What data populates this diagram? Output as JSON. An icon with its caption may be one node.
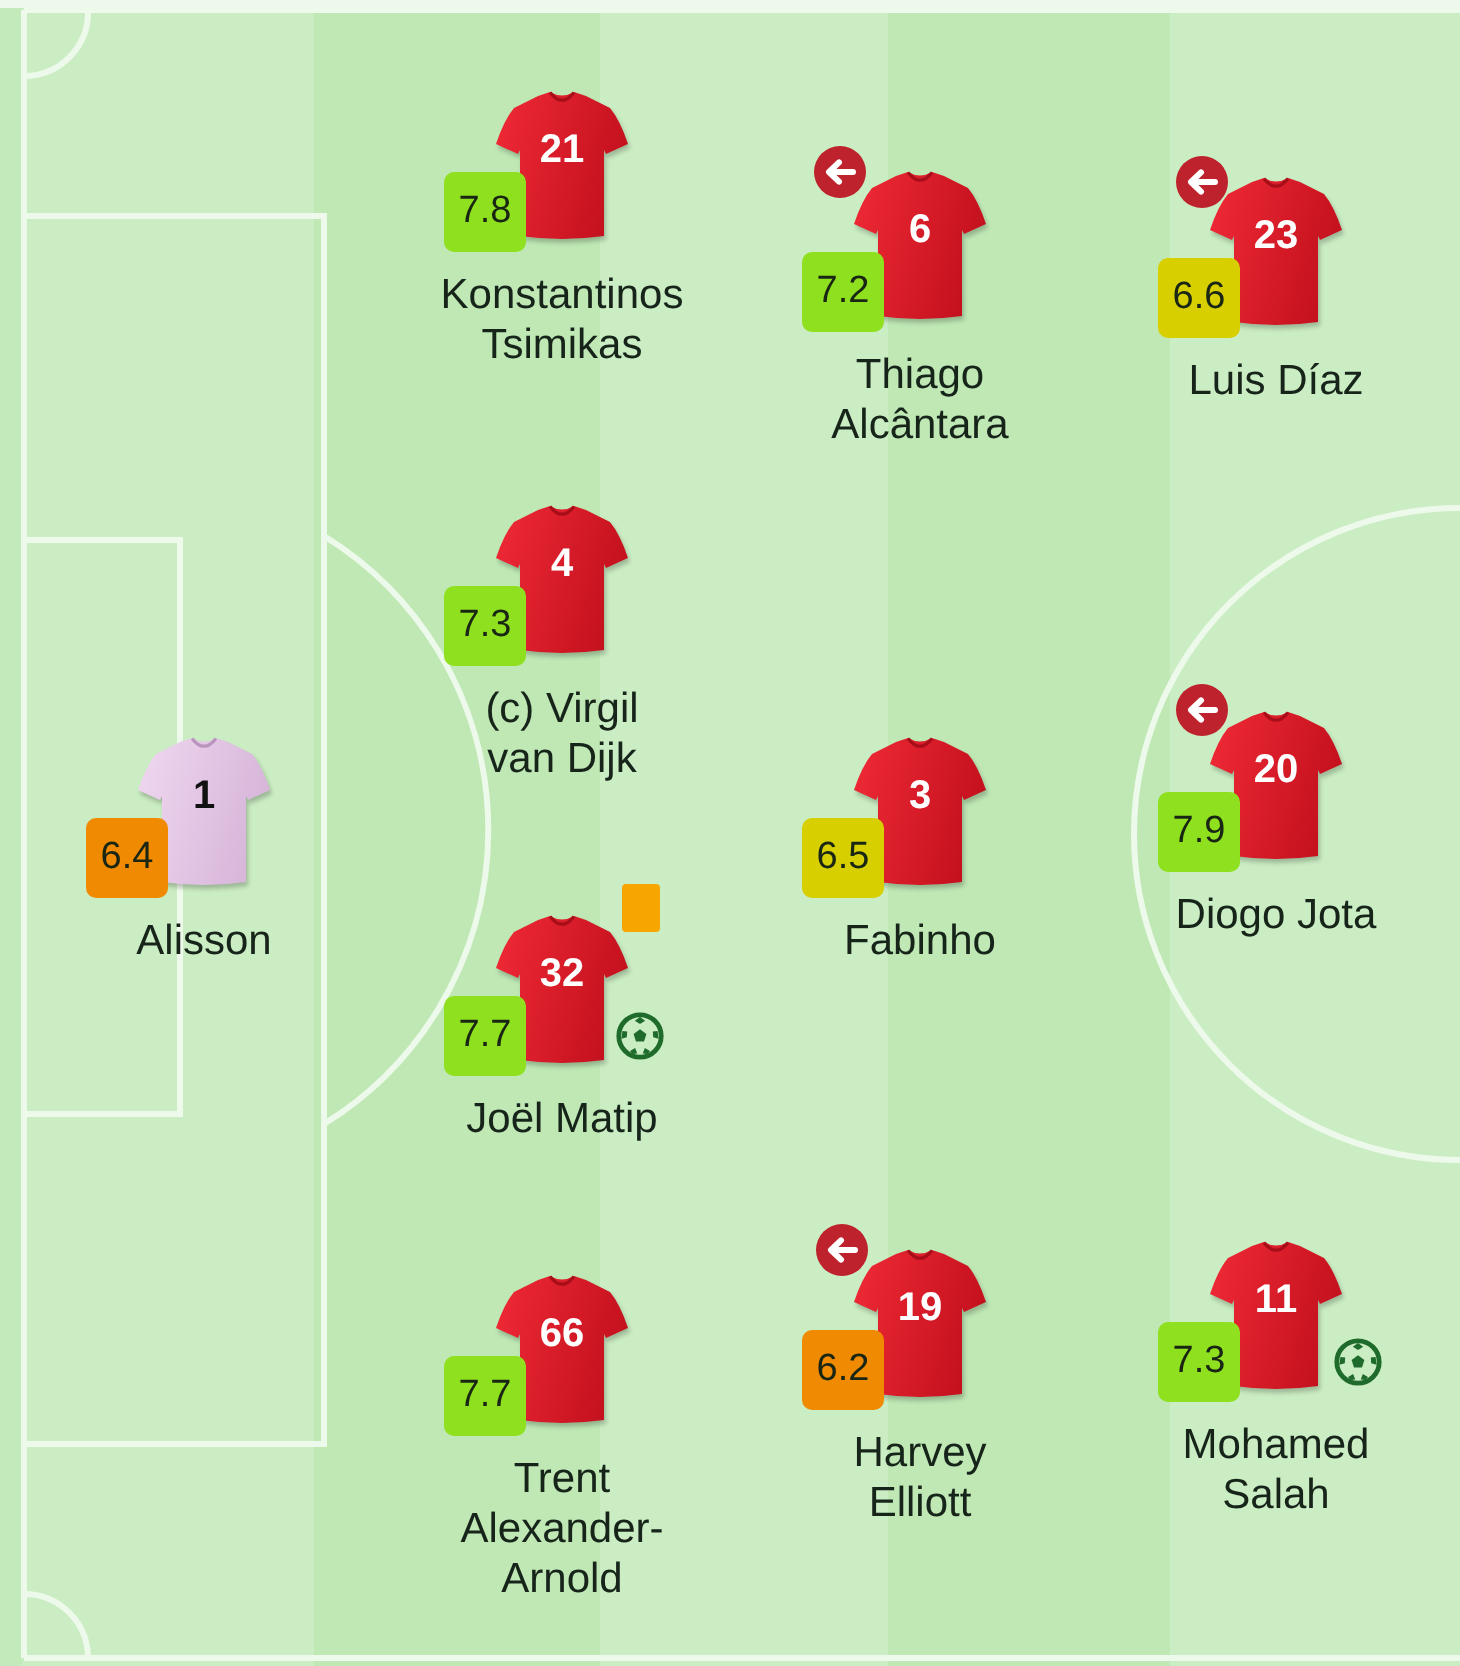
{
  "diagram": {
    "nodes": [
      {
        "text": [
          "21"
        ],
        "beside": [
          "Konstantinos Tsimikas"
        ]
      },
      {
        "text": [
          "7.8"
        ]
      },
      {
        "text": [
          "6"
        ],
        "beside": [
          "Thiago Alcântara"
        ]
      },
      {
        "text": [
          "7.2"
        ]
      },
      {
        "text": [
          "23"
        ],
        "beside": [
          "Luis Díaz"
        ]
      },
      {
        "text": [
          "6.6"
        ]
      },
      {
        "text": [
          "4"
        ],
        "beside": [
          "(c) Virgil van Dijk"
        ]
      },
      {
        "text": [
          "7.3"
        ]
      },
      {
        "text": [
          "1"
        ],
        "beside": [
          "Alisson"
        ]
      },
      {
        "text": [
          "6.4"
        ]
      },
      {
        "text": [
          "3"
        ],
        "beside": [
          "Fabinho"
        ]
      },
      {
        "text": [
          "6.5"
        ]
      },
      {
        "text": [
          "20"
        ],
        "beside": [
          "Diogo Jota"
        ]
      },
      {
        "text": [
          "7.9"
        ]
      },
      {
        "text": [
          "32"
        ],
        "beside": [
          "Joël Matip"
        ]
      },
      {
        "text": [
          "7.7"
        ]
      },
      {
        "text": [
          "66"
        ],
        "beside": [
          "Trent Alexander-Arnold"
        ]
      },
      {
        "text": [
          "7.7"
        ]
      },
      {
        "text": [
          "19"
        ],
        "beside": [
          "Harvey Elliott"
        ]
      },
      {
        "text": [
          "6.2"
        ]
      },
      {
        "text": [
          "11"
        ],
        "beside": [
          "Mohamed Salah"
        ]
      },
      {
        "text": [
          "7.3"
        ]
      }
    ]
  }
}
